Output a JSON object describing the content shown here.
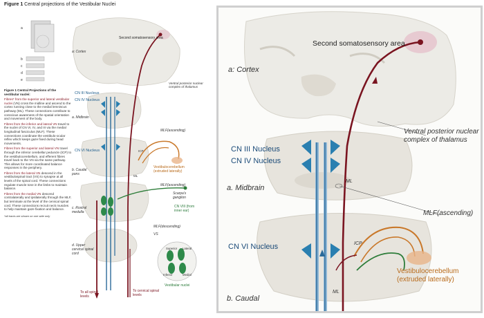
{
  "figure": {
    "title_bold": "Figure 1",
    "title_rest": " Central projections of the Vestibular Nuclei"
  },
  "caption": {
    "heading": "Figure 1 Central Projections of the vestibular nuclei:",
    "p1_hl": "Fibres* from the superior and lateral vestibular nuclei",
    "p1": " (VN) cross the midline and ascend to the cortex running close to the medial lemniscus pathway (ML). These connections contribute to conscious awareness of the spatial orientation and movement of the body.",
    "p2_hl": "Fibres from the inferior and lateral VN",
    "p2": " travel to the nuclei of CN VI, IV, and III via the medial longitudinal fasciculus (MLF). These connections coordinate the vestibulo-ocular reflex which keeps gaze fixed during head movements.",
    "p3_hl": "Fibres from the superior and lateral VN",
    "p3": " travel through the inferior cerebellar peduncle (ICP) to the vestibulocerebellum, and efferent fibres travel back to the VN via the same pathway. This allows for more coordinated balance responses in the periphery.",
    "p4_hl": "Fibres from the lateral VN",
    "p4": " descend in the vestibulospinal tract (VS) to synapse at all levels of the spinal cord. These connections regulate muscle tone in the limbs to maintain balance.",
    "p5_hl": "Fibres from the medial VN",
    "p5": " descend contralaterally and ipsilaterally through the MLF, but terminate at the level of the cervical spinal cord. These connections recruit neck muscles to help maintain gaze fixation and balance.",
    "footnote": "*all tracts are shown on one side only"
  },
  "left_labels": {
    "section_letters": [
      "a",
      "b",
      "c",
      "d",
      "e"
    ],
    "cortex": "a: Cortex",
    "second_somato": "Second somatosensory area",
    "ventral_posterior": "Ventral posterior nuclear complex of thalamus",
    "cn3": "CN III Nucleus",
    "cn4": "CN IV Nucleus",
    "midbrain": "a. Midbrain",
    "mlf_asc": "MLF(ascending)",
    "cn6": "CN VI Nucleus",
    "caudal_pons": "b. Caudal pons",
    "vestibulocerebellum": "Vestibulocerebellum (extruded laterally)",
    "scarpa": "Scarpa's ganglion",
    "cn8": "CN VIII (from inner ear)",
    "rostral_medulla": "c. Rostral medulla",
    "mlf_desc": "MLF(descending)",
    "vs": "VS",
    "upper_cervical": "d. Upper cervical spinal cord",
    "superior": "Superior",
    "lateral": "Lateral",
    "inferior": "Inferior",
    "medial": "Medial",
    "vestibular_nuclei": "Vestibular nuclei",
    "to_all_spinal": "To all spinal levels",
    "to_cervical": "To cervical spinal levels",
    "ml": "ML",
    "icp": "ICP"
  },
  "right_labels": {
    "cortex": "a: Cortex",
    "second_somato": "Second somatosensory area",
    "ventral_posterior": "Ventral posterior nuclear complex of thalamus",
    "cn3": "CN III Nucleus",
    "cn4": "CN IV Nucleus",
    "midbrain": "a. Midbrain",
    "ml": "ML",
    "mlf_asc": "MLF(ascending)",
    "cn6": "CN VI Nucleus",
    "icp": "ICP",
    "vestibulocerebellum": "Vestibulocerebellum (extruded laterally)",
    "caudal": "b. Caudal",
    "ml2": "ML"
  },
  "colors": {
    "dark_red": "#7a1420",
    "blue": "#2a6a9a",
    "orange": "#c9782a",
    "green": "#2e7d3a",
    "tissue": "#e6e3dc",
    "tissue_dark": "#d4d0c6"
  }
}
